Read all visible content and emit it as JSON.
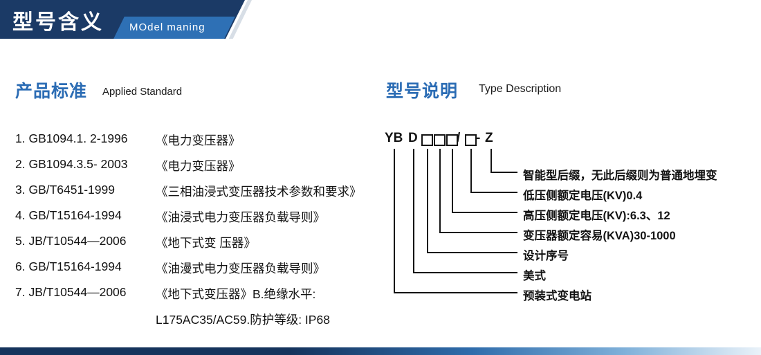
{
  "header": {
    "title": "型号含义",
    "subtitle": "MOdel maning"
  },
  "standards": {
    "heading": "产品标准",
    "heading_en": "Applied Standard",
    "items": [
      {
        "code": "1. GB1094.1. 2-1996",
        "title": "《电力变压器》"
      },
      {
        "code": "2. GB1094.3.5- 2003",
        "title": "《电力变压器》"
      },
      {
        "code": "3. GB/T6451-1999",
        "title": "《三相油浸式变压器技术参数和要求》"
      },
      {
        "code": "4. GB/T15164-1994",
        "title": "《油浸式电力变压器负载导则》"
      },
      {
        "code": "5. JB/T10544—2006",
        "title": "《地下式变 压器》"
      },
      {
        "code": "6. GB/T15164-1994",
        "title": "《油漫式电力变压器负载导则》"
      },
      {
        "code": "7. JB/T10544—2006",
        "title": "《地下式变压器》B.绝缘水平:"
      }
    ],
    "continuation": "L175AC35/AC59.防护等级: IP68"
  },
  "model": {
    "heading": "型号说明",
    "heading_en": "Type Description",
    "symbols": {
      "prefix": "YB",
      "type": "D",
      "slash": "/",
      "dash": "-",
      "suffix": "Z"
    },
    "labels": [
      "智能型后缀，无此后缀则为普通地埋变",
      "低压侧额定电压(KV)0.4",
      "高压侧额定电压(KV):6.3、12",
      "变压器额定容易(KVA)30-1000",
      "设计序号",
      "美式",
      "预装式变电站"
    ]
  },
  "colors": {
    "banner": "#1b3a66",
    "accent": "#2e70b5",
    "heading_blue": "#2b6cb4"
  }
}
